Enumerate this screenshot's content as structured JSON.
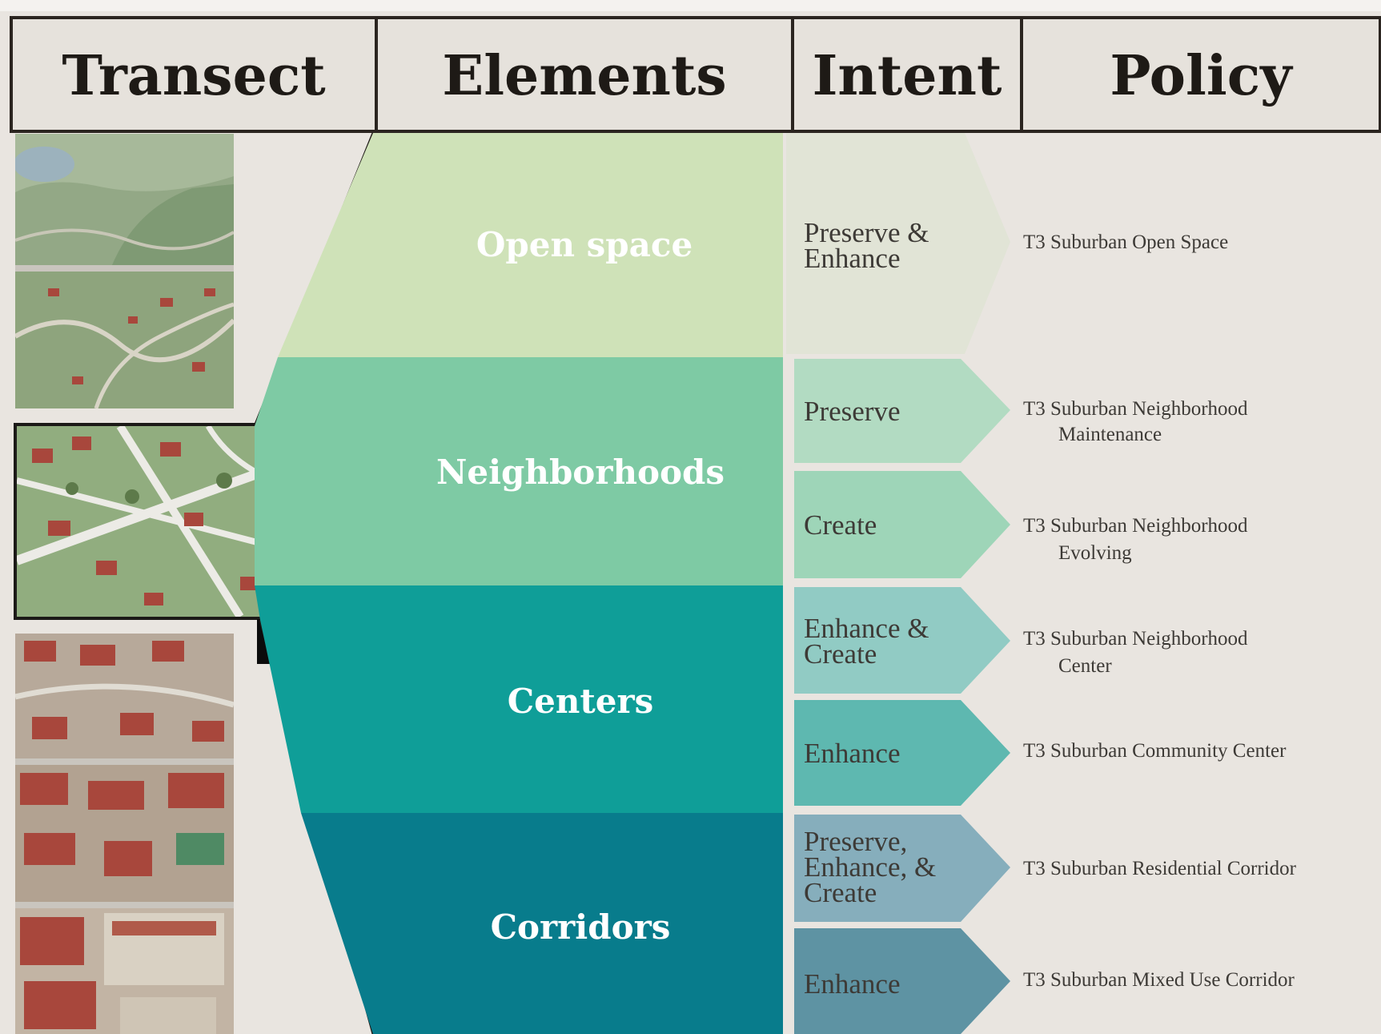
{
  "headers": {
    "transect": "Transect",
    "elements": "Elements",
    "intent": "Intent",
    "policy": "Policy"
  },
  "transect_badge": "T3",
  "colors": {
    "background": "#e9e5e0",
    "header_fill": "#e6e2dc",
    "header_stroke": "#2b2520",
    "open_space": "#cfe2b8",
    "neighborhoods": "#7ecaa4",
    "centers": "#0f9e98",
    "corridors": "#087c8c",
    "intent_open_space": "#e1e4d6",
    "intent_neighborhoods_1": "#b2dbc2",
    "intent_neighborhoods_2": "#9ed5b8",
    "intent_centers_1": "#91cbc4",
    "intent_centers_2": "#5eb8b0",
    "intent_corridors_1": "#86aebc",
    "intent_corridors_2": "#5e93a3",
    "map_green": "#8fa97c",
    "map_roof": "#a8473c"
  },
  "elements": [
    {
      "label": "Open space"
    },
    {
      "label": "Neighborhoods"
    },
    {
      "label": "Centers"
    },
    {
      "label": "Corridors"
    }
  ],
  "intents": [
    {
      "lines": [
        "Preserve &",
        "Enhance"
      ]
    },
    {
      "lines": [
        "Preserve"
      ]
    },
    {
      "lines": [
        "Create"
      ]
    },
    {
      "lines": [
        "Enhance &",
        "Create"
      ]
    },
    {
      "lines": [
        "Enhance"
      ]
    },
    {
      "lines": [
        "Preserve,",
        "Enhance, &",
        "Create"
      ]
    },
    {
      "lines": [
        "Enhance"
      ]
    }
  ],
  "policies": [
    {
      "lines": [
        "T3 Suburban Open Space"
      ]
    },
    {
      "lines": [
        "T3 Suburban Neighborhood",
        "Maintenance"
      ]
    },
    {
      "lines": [
        "T3 Suburban Neighborhood",
        "Evolving"
      ]
    },
    {
      "lines": [
        "T3 Suburban Neighborhood",
        "Center"
      ]
    },
    {
      "lines": [
        "T3 Suburban Community Center"
      ]
    },
    {
      "lines": [
        "T3 Suburban Residential Corridor"
      ]
    },
    {
      "lines": [
        "T3 Suburban Mixed Use Corridor"
      ]
    }
  ]
}
